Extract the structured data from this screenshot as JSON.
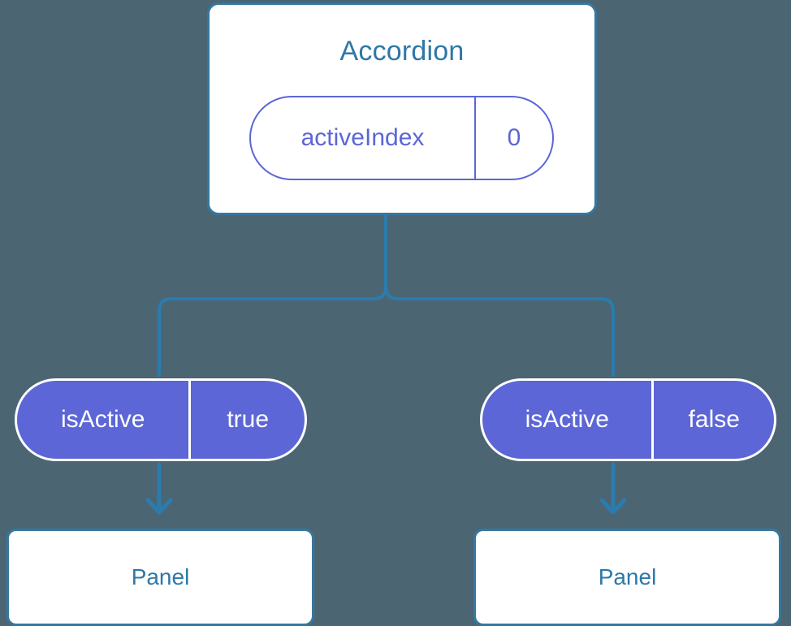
{
  "diagram": {
    "type": "component-state-tree",
    "background_color": "#4b6573",
    "accent_blue": "#35789f",
    "accent_indigo": "#5c66d6",
    "root": {
      "title": "Accordion",
      "state": {
        "key": "activeIndex",
        "value": "0"
      }
    },
    "branches": [
      {
        "prop": {
          "key": "isActive",
          "value": "true"
        },
        "child": {
          "title": "Panel"
        }
      },
      {
        "prop": {
          "key": "isActive",
          "value": "false"
        },
        "child": {
          "title": "Panel"
        }
      }
    ]
  }
}
